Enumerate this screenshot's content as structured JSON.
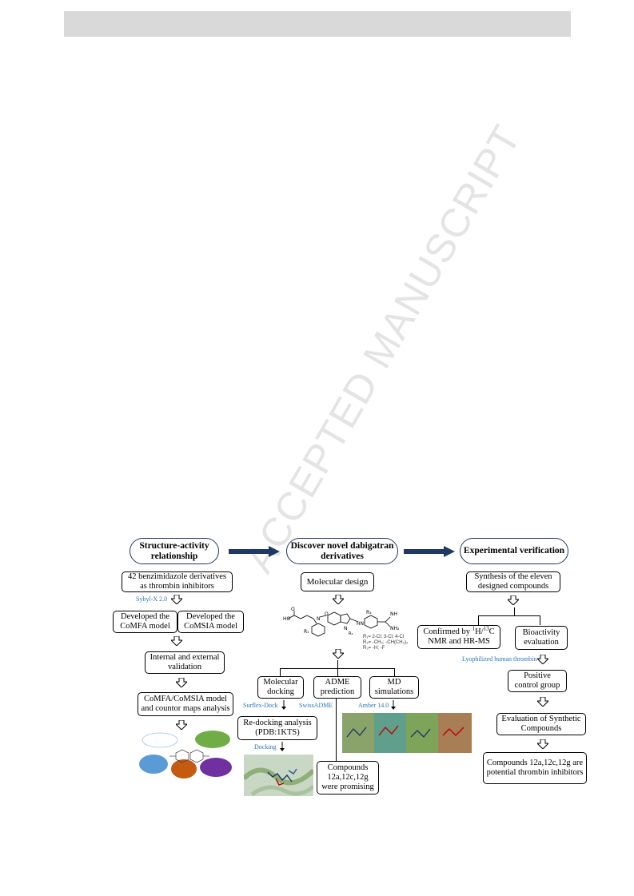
{
  "header_bar": "",
  "watermark": "ACCEPTED MANUSCRIPT",
  "graphical_abstract": {
    "col1": {
      "title": "Structure-activity relationship",
      "box1": "42 benzimidazole derivatives as thrombin inhibitors",
      "tool1": "Sybyl-X 2.0",
      "comfa": "Developed the CoMFA model",
      "comsia": "Developed the CoMSIA model",
      "validation": "Internal and external validation",
      "analysis": "CoMFA/CoMSIA model and countor maps analysis"
    },
    "col2": {
      "title": "Discover novel dabigatran derivatives",
      "design": "Molecular design",
      "sub1": "R₁= 2-Cl; 3-Cl; 4-Cl",
      "sub2": "R₂= -CH₃; -CH(CH₃)₂",
      "sub3": "R₃= -H; -F",
      "docking": "Molecular docking",
      "adme": "ADME prediction",
      "md": "MD simulations",
      "tool_surflex": "Surflex-Dock",
      "tool_swiss": "SwissADME",
      "tool_amber": "Amber 14.0",
      "redock": "Re-docking analysis (PDB:1KTS)",
      "tool_docking": "Docking",
      "promising": "Compounds 12a,12c,12g were promising"
    },
    "col3": {
      "title": "Experimental verification",
      "synthesis": "Synthesis of the eleven designed compounds",
      "confirmed_a": "Confirmed by ",
      "confirmed_h": "1",
      "confirmed_b": "H/",
      "confirmed_c": "13",
      "confirmed_d": "C NMR and HR-MS",
      "bioactivity": "Bioactivity evaluation",
      "tool_thrombin": "Lyophilized human thrombin",
      "positive": "Positive control group",
      "evaluation": "Evaluation of Synthetic Compounds",
      "final": "Compounds 12a,12c,12g are potential thrombin inhibitors"
    }
  },
  "colors": {
    "heading_border": "#1f3864",
    "arrow": "#1f3864",
    "tool_text": "#2e75b6"
  }
}
